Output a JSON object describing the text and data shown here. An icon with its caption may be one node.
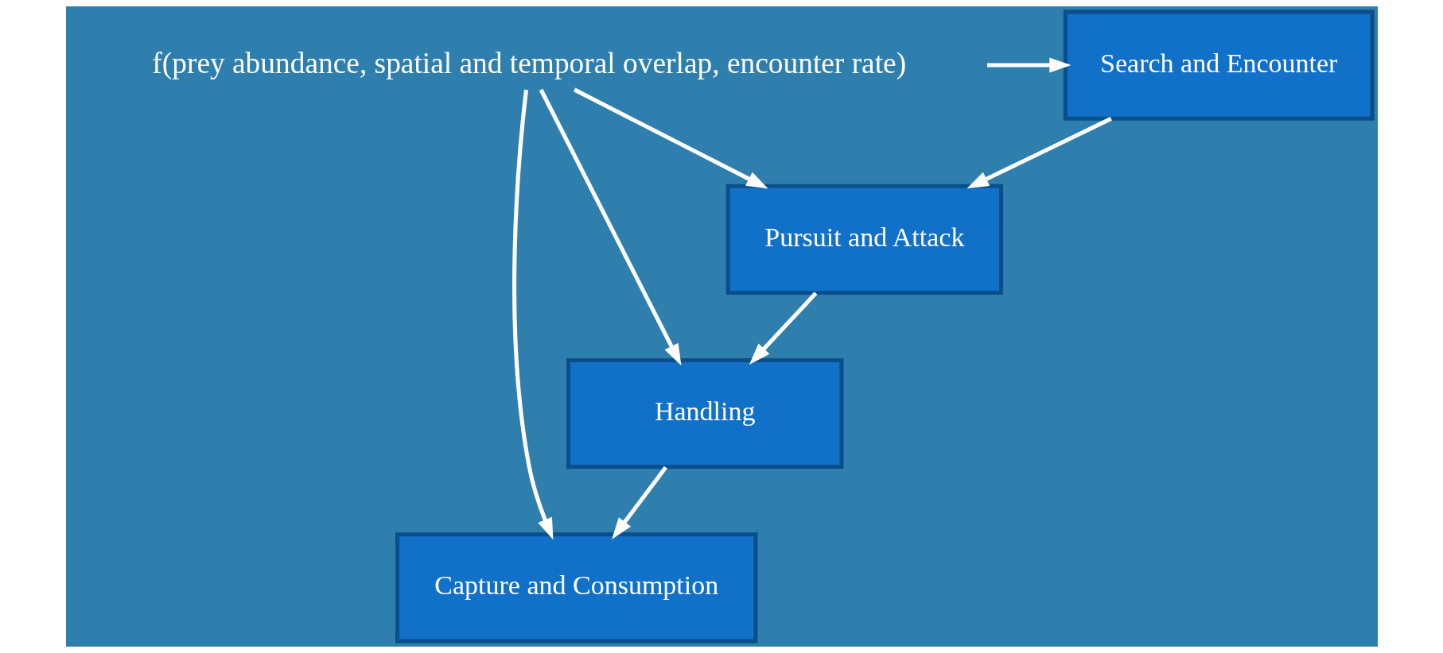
{
  "diagram": {
    "nodes": [
      {
        "text": [
          "Search and Encounter"
        ]
      },
      {
        "text": [
          "f(prey abundance, spatial and temporal overlap, encounter rate)"
        ]
      },
      {
        "text": [
          "Pursuit and Attack"
        ]
      },
      {
        "text": [
          "Handling"
        ]
      },
      {
        "text": [
          "Capture and Consumption"
        ]
      }
    ],
    "edges": [
      {
        "from": 1,
        "to": 0,
        "arrow": "to"
      },
      {
        "from": 0,
        "to": 2,
        "arrow": "to"
      },
      {
        "from": 1,
        "to": 2,
        "arrow": "to"
      },
      {
        "from": 2,
        "to": 3,
        "arrow": "to"
      },
      {
        "from": 1,
        "to": 3,
        "arrow": "to"
      },
      {
        "from": 3,
        "to": 4,
        "arrow": "to"
      },
      {
        "from": 1,
        "to": 4,
        "arrow": "to"
      }
    ]
  }
}
